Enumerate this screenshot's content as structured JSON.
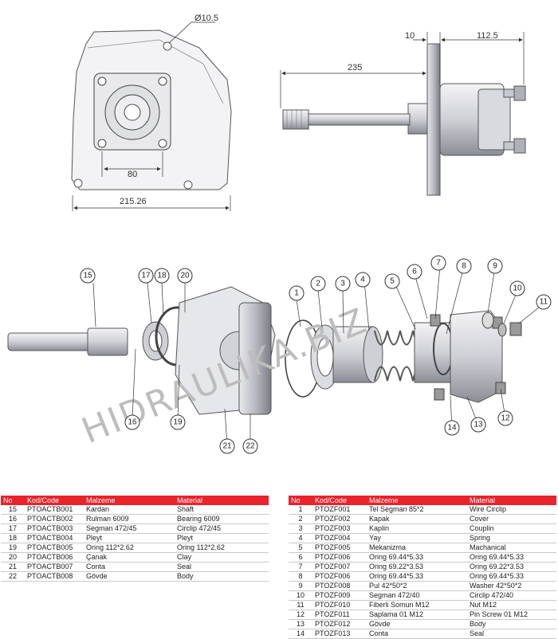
{
  "dimensions": {
    "hole_diameter": "Ø10.5",
    "bolt_spacing": "80",
    "flange_width": "215.26",
    "flange_offset": "10",
    "body_length": "112.5",
    "shaft_length": "235"
  },
  "watermark": "HIDRAULIKA.BIZ",
  "callouts": {
    "left": [
      "15",
      "17",
      "18",
      "20",
      "16",
      "19",
      "21",
      "22"
    ],
    "right": [
      "1",
      "2",
      "3",
      "4",
      "5",
      "6",
      "7",
      "8",
      "9",
      "10",
      "11",
      "12",
      "13",
      "14"
    ]
  },
  "table_headers": {
    "no": "No",
    "code": "Kod/Code",
    "malzeme": "Malzeme",
    "material": "Material"
  },
  "left_table": [
    {
      "no": "15",
      "code": "PTOACTB001",
      "malzeme": "Kardan",
      "material": "Shaft"
    },
    {
      "no": "16",
      "code": "PTOACTB002",
      "malzeme": "Rulman 6009",
      "material": "Bearing 6009"
    },
    {
      "no": "17",
      "code": "PTOACTB003",
      "malzeme": "Segman 472/45",
      "material": "Circlip 472/45"
    },
    {
      "no": "18",
      "code": "PTOACTB004",
      "malzeme": "Pleyt",
      "material": "Pleyt"
    },
    {
      "no": "19",
      "code": "PTOACTB005",
      "malzeme": "Oring 112*2.62",
      "material": "Oring 112*2.62"
    },
    {
      "no": "20",
      "code": "PTOACTB006",
      "malzeme": "Çanak",
      "material": "Clay"
    },
    {
      "no": "21",
      "code": "PTOACTB007",
      "malzeme": "Conta",
      "material": "Seal"
    },
    {
      "no": "22",
      "code": "PTOACTB008",
      "malzeme": "Gövde",
      "material": "Body"
    }
  ],
  "right_table": [
    {
      "no": "1",
      "code": "PTOZF001",
      "malzeme": "Tel Segman 85*2",
      "material": "Wire Circlip"
    },
    {
      "no": "2",
      "code": "PTOZF002",
      "malzeme": "Kapak",
      "material": "Cover"
    },
    {
      "no": "3",
      "code": "PTOZF003",
      "malzeme": "Kaplin",
      "material": "Couplin"
    },
    {
      "no": "4",
      "code": "PTOZF004",
      "malzeme": "Yay",
      "material": "Spring"
    },
    {
      "no": "5",
      "code": "PTOZF005",
      "malzeme": "Mekanizma",
      "material": "Machanical"
    },
    {
      "no": "6",
      "code": "PTOZF006",
      "malzeme": "Oring 69.44*5.33",
      "material": "Oring 69.44*5.33"
    },
    {
      "no": "7",
      "code": "PTOZF007",
      "malzeme": "Oring 69.22*3.53",
      "material": "Oring 69.22*3.53"
    },
    {
      "no": "8",
      "code": "PTOZF006",
      "malzeme": "Oring 69.44*5.33",
      "material": "Oring 69.44*5.33"
    },
    {
      "no": "9",
      "code": "PTOZF008",
      "malzeme": "Pul 42*50*2",
      "material": "Washer 42*50*2"
    },
    {
      "no": "10",
      "code": "PTOZF009",
      "malzeme": "Segman 472/40",
      "material": "Circlip 472/40"
    },
    {
      "no": "11",
      "code": "PTOZF010",
      "malzeme": "Fiberli  Somun M12",
      "material": "Nut M12"
    },
    {
      "no": "12",
      "code": "PTOZF011",
      "malzeme": "Saplama 01 M12",
      "material": "Pin Screw 01 M12"
    },
    {
      "no": "13",
      "code": "PTOZF012",
      "malzeme": "Gövde",
      "material": "Body"
    },
    {
      "no": "14",
      "code": "PTOZF013",
      "malzeme": "Conta",
      "material": "Seal"
    }
  ]
}
